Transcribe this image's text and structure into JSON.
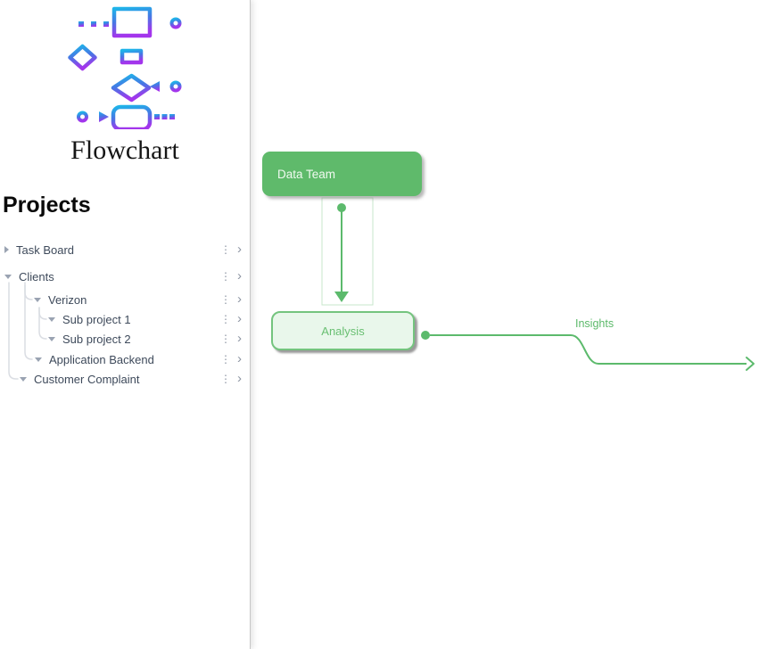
{
  "app": {
    "name": "Flowchart"
  },
  "sidebar": {
    "heading": "Projects",
    "tree": [
      {
        "label": "Task Board",
        "expanded": false,
        "level": 1
      },
      {
        "label": "Clients",
        "expanded": true,
        "level": 1
      },
      {
        "label": "Verizon",
        "expanded": true,
        "level": 2
      },
      {
        "label": "Sub project 1",
        "expanded": true,
        "level": 3
      },
      {
        "label": "Sub project 2",
        "expanded": true,
        "level": 3
      },
      {
        "label": "Application Backend",
        "expanded": true,
        "level": 2
      },
      {
        "label": "Customer Complaint",
        "expanded": true,
        "level": 2
      }
    ]
  },
  "icons": {
    "kebab": "⋮",
    "chevron_right": "›"
  },
  "canvas": {
    "nodes": [
      {
        "id": "data-team",
        "label": "Data Team"
      },
      {
        "id": "analysis",
        "label": "Analysis"
      }
    ],
    "edges": [
      {
        "from": "data-team",
        "to": "analysis",
        "label": ""
      },
      {
        "from": "analysis",
        "to": "right",
        "label": "Insights"
      }
    ]
  },
  "colors": {
    "node_green": "#5fba6b",
    "node_light_green_fill": "#e9f7eb",
    "node_green_border": "#74c47e",
    "connector_green": "#5cba6c",
    "tree_guide_gray": "#dadde3",
    "logo_gradient": [
      "#1fb4e9",
      "#4678e4",
      "#a335ec"
    ]
  }
}
